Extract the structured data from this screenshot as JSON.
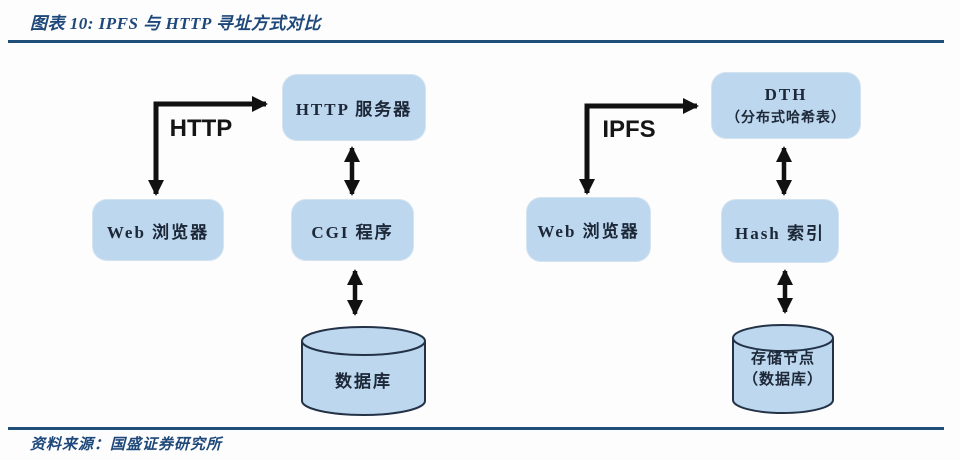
{
  "title": "图表 10: IPFS 与 HTTP 寻址方式对比",
  "source": "资料来源：国盛证券研究所",
  "colors": {
    "accent_rule": "#1F4E79",
    "title_text": "#1F487A",
    "box_fill": "#BDD7EE",
    "box_text": "#1C2737",
    "arrow": "#111111"
  },
  "http_flow": {
    "protocol": "HTTP",
    "server": "HTTP 服务器",
    "browser": "Web 浏览器",
    "program": "CGI 程序",
    "database": "数据库"
  },
  "ipfs_flow": {
    "protocol": "IPFS",
    "dht_name": "DTH",
    "dht_desc": "（分布式哈希表）",
    "browser": "Web 浏览器",
    "index": "Hash 索引",
    "storage_name": "存储节点",
    "storage_desc": "（数据库）"
  }
}
